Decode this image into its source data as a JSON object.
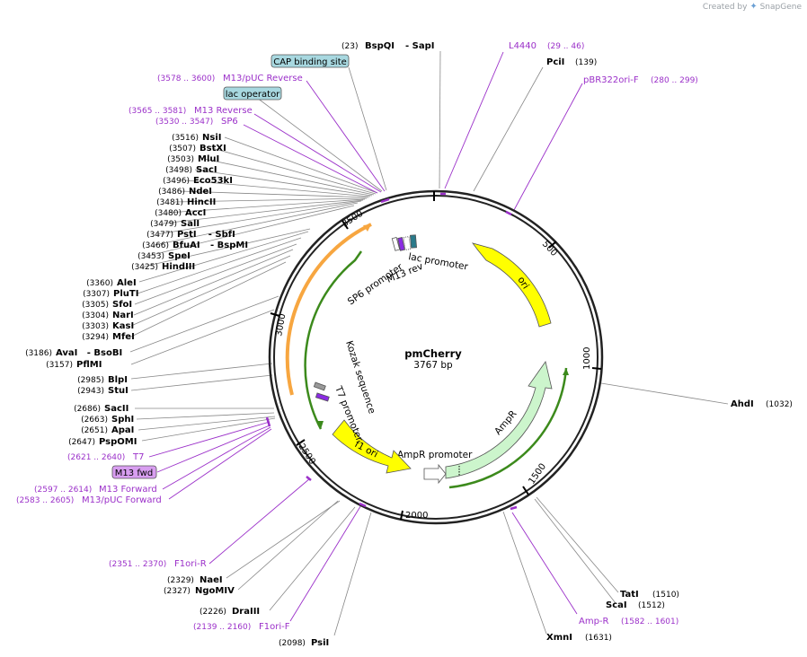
{
  "branding": {
    "prefix": "Created by",
    "name": "SnapGene"
  },
  "plasmid": {
    "name": "pmCherry",
    "size_label": "3767 bp"
  },
  "ticks": [
    "500",
    "1000",
    "1500",
    "2000",
    "2500",
    "3000",
    "3500"
  ],
  "sites": {
    "top": [
      {
        "pos": "(23)",
        "name": "BspQI",
        "name2": "- SapI"
      },
      {
        "pos": "(139)",
        "name": "PciI"
      }
    ],
    "right": [
      {
        "pos": "(1032)",
        "name": "AhdI"
      },
      {
        "pos": "(1510)",
        "name": "TatI"
      },
      {
        "pos": "(1512)",
        "name": "ScaI"
      },
      {
        "pos": "(1631)",
        "name": "XmnI"
      }
    ],
    "left_top": [
      {
        "pos": "(3516)",
        "name": "NsiI"
      },
      {
        "pos": "(3507)",
        "name": "BstXI"
      },
      {
        "pos": "(3503)",
        "name": "MluI"
      },
      {
        "pos": "(3498)",
        "name": "SacI"
      },
      {
        "pos": "(3496)",
        "name": "Eco53kI"
      },
      {
        "pos": "(3486)",
        "name": "NdeI"
      },
      {
        "pos": "(3481)",
        "name": "HincII"
      },
      {
        "pos": "(3480)",
        "name": "AccI"
      },
      {
        "pos": "(3479)",
        "name": "SalI"
      },
      {
        "pos": "(3477)",
        "name": "PstI",
        "name2": "- SbfI"
      },
      {
        "pos": "(3466)",
        "name": "BfuAI",
        "name2": "- BspMI"
      },
      {
        "pos": "(3453)",
        "name": "SpeI"
      },
      {
        "pos": "(3425)",
        "name": "HindIII"
      }
    ],
    "left_mid": [
      {
        "pos": "(3360)",
        "name": "AleI"
      },
      {
        "pos": "(3307)",
        "name": "PluTI"
      },
      {
        "pos": "(3305)",
        "name": "SfoI"
      },
      {
        "pos": "(3304)",
        "name": "NarI"
      },
      {
        "pos": "(3303)",
        "name": "KasI"
      },
      {
        "pos": "(3294)",
        "name": "MfeI"
      }
    ],
    "left_low": [
      {
        "pos": "(3186)",
        "name": "AvaI",
        "name2": "- BsoBI"
      },
      {
        "pos": "(3157)",
        "name": "PflMI"
      },
      {
        "pos": "(2985)",
        "name": "BlpI"
      },
      {
        "pos": "(2943)",
        "name": "StuI"
      },
      {
        "pos": "(2686)",
        "name": "SacII"
      },
      {
        "pos": "(2663)",
        "name": "SphI"
      },
      {
        "pos": "(2651)",
        "name": "ApaI"
      },
      {
        "pos": "(2647)",
        "name": "PspOMI"
      }
    ],
    "bottom": [
      {
        "pos": "(2329)",
        "name": "NaeI"
      },
      {
        "pos": "(2327)",
        "name": "NgoMIV"
      },
      {
        "pos": "(2226)",
        "name": "DraIII"
      },
      {
        "pos": "(2098)",
        "name": "PsiI"
      }
    ]
  },
  "primers": {
    "L4440": {
      "name": "L4440",
      "range": "(29 .. 46)"
    },
    "pBR322ori_F": {
      "name": "pBR322ori-F",
      "range": "(280 .. 299)"
    },
    "M13_pUC_Reverse": {
      "name": "M13/pUC Reverse",
      "range": "(3578 .. 3600)"
    },
    "M13_Reverse": {
      "name": "M13 Reverse",
      "range": "(3565 .. 3581)"
    },
    "SP6": {
      "name": "SP6",
      "range": "(3530 .. 3547)"
    },
    "T7": {
      "name": "T7",
      "range": "(2621 .. 2640)"
    },
    "M13_fwd": {
      "name": "M13 fwd"
    },
    "M13_Forward": {
      "name": "M13 Forward",
      "range": "(2597 .. 2614)"
    },
    "M13_pUC_Forward": {
      "name": "M13/pUC Forward",
      "range": "(2583 .. 2605)"
    },
    "F1ori_R": {
      "name": "F1ori-R",
      "range": "(2351 .. 2370)"
    },
    "F1ori_F": {
      "name": "F1ori-F",
      "range": "(2139 .. 2160)"
    },
    "Amp_R": {
      "name": "Amp-R",
      "range": "(1582 .. 1601)"
    }
  },
  "boxed": {
    "cap": "CAP binding site",
    "lac_operator": "lac operator"
  },
  "features": {
    "ori": "ori",
    "AmpR": "AmpR",
    "AmpR_promoter": "AmpR promoter",
    "f1_ori": "f1 ori",
    "lac_promoter": "lac promoter",
    "SP6_promoter": "SP6 promoter",
    "M13_rev": "M13 rev",
    "T7_promoter": "T7 promoter",
    "Kozak": "Kozak sequence"
  },
  "colors": {
    "backbone": "#222222",
    "yellow": "#ffff00",
    "green_fill": "#ccf5cc",
    "green_line": "#3c8a1c",
    "orange": "#f7a640",
    "primer": "#9b30c9",
    "box_teal": "#a8d8e0",
    "box_purple": "#d89ef0"
  }
}
